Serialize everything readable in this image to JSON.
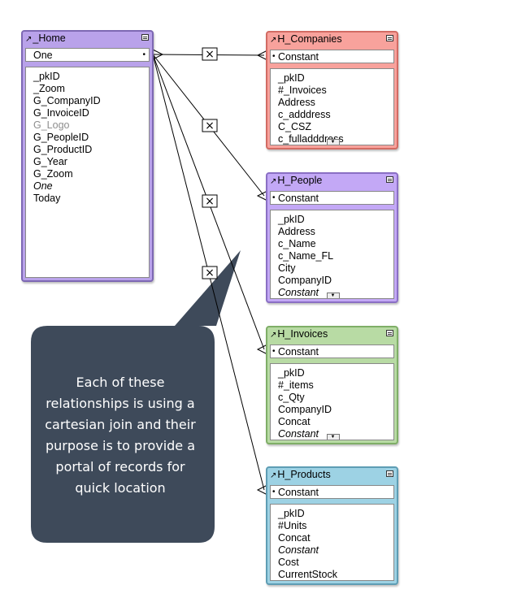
{
  "colors": {
    "home": "#b9a2ea",
    "companies": "#f8a29c",
    "people": "#c3a8f6",
    "invoices": "#b8dba4",
    "products": "#9dd2e4",
    "callout": "#3e4a5a"
  },
  "home": {
    "title": "_Home",
    "match_field": "One",
    "fields": [
      "_pkID",
      "_Zoom",
      "G_CompanyID",
      "G_InvoiceID",
      "G_Logo",
      "G_PeopleID",
      "G_ProductID",
      "G_Year",
      "G_Zoom",
      "One",
      "Today"
    ]
  },
  "companies": {
    "title": "H_Companies",
    "match_field": "Constant",
    "fields": [
      "_pkID",
      "#_Invoices",
      "Address",
      "c_adddress",
      "C_CSZ",
      "c_fulladddress"
    ]
  },
  "people": {
    "title": "H_People",
    "match_field": "Constant",
    "fields": [
      "_pkID",
      "Address",
      "c_Name",
      "c_Name_FL",
      "City",
      "CompanyID",
      "Constant"
    ]
  },
  "invoices": {
    "title": "H_Invoices",
    "match_field": "Constant",
    "fields": [
      "_pkID",
      "#_items",
      "c_Qty",
      "CompanyID",
      "Concat",
      "Constant"
    ]
  },
  "products": {
    "title": "H_Products",
    "match_field": "Constant",
    "fields": [
      "_pkID",
      "#Units",
      "Concat",
      "Constant",
      "Cost",
      "CurrentStock"
    ]
  },
  "relationship_operator": "×",
  "callout": {
    "lines": [
      "Each of these",
      "relationships is using a",
      "cartesian join and their",
      "purpose is to provide a",
      "portal of records for",
      "quick location"
    ]
  }
}
